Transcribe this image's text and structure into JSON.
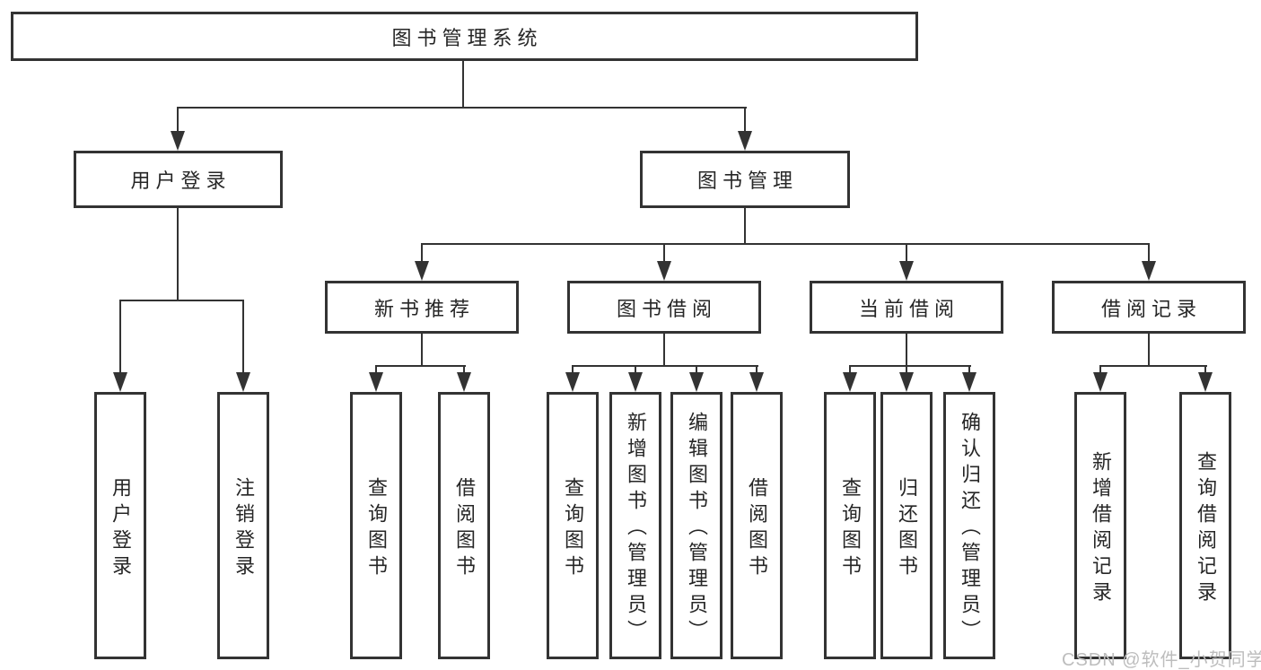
{
  "title": "图书管理系统",
  "watermark": "CSDN @软件_小贺同学",
  "colors": {
    "line": "#333333",
    "box_border": "#333333",
    "text": "#262626",
    "watermark": "#bdbdbd",
    "background": "#ffffff"
  },
  "tree": {
    "root": "图书管理系统",
    "branches": [
      {
        "label": "用户登录",
        "leaves": [
          "用户登录",
          "注销登录"
        ]
      },
      {
        "label": "图书管理",
        "groups": [
          {
            "label": "新书推荐",
            "leaves": [
              "查询图书",
              "借阅图书"
            ]
          },
          {
            "label": "图书借阅",
            "leaves": [
              "查询图书",
              "新增图书（管理员）",
              "编辑图书（管理员）",
              "借阅图书"
            ]
          },
          {
            "label": "当前借阅",
            "leaves": [
              "查询图书",
              "归还图书",
              "确认归还（管理员）"
            ]
          },
          {
            "label": "借阅记录",
            "leaves": [
              "新增借阅记录",
              "查询借阅记录"
            ]
          }
        ]
      }
    ]
  }
}
